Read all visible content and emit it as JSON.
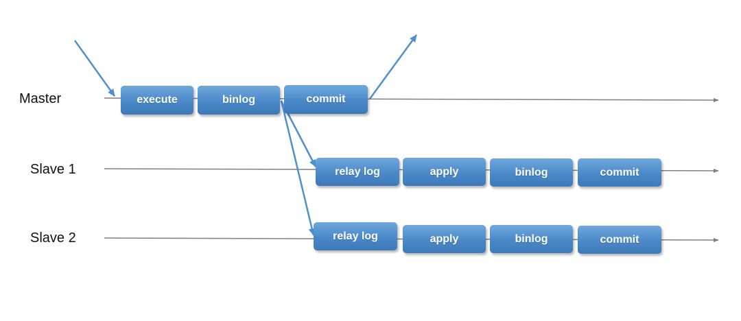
{
  "timelines": {
    "master": {
      "label": "Master",
      "steps": [
        "execute",
        "binlog",
        "commit"
      ]
    },
    "slave1": {
      "label": "Slave 1",
      "steps": [
        "relay log",
        "apply",
        "binlog",
        "commit"
      ]
    },
    "slave2": {
      "label": "Slave 2",
      "steps": [
        "relay log",
        "apply",
        "binlog",
        "commit"
      ]
    }
  },
  "colors": {
    "box_fill": "#4a89c8",
    "box_text": "#ffffff",
    "arrow": "#4e8fd0",
    "timeline": "#7f7f7f"
  }
}
